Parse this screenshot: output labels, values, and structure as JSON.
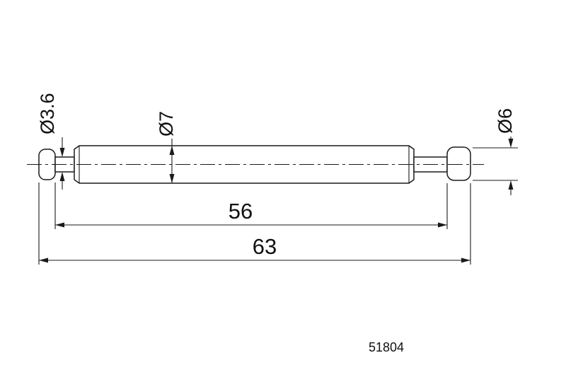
{
  "drawing": {
    "part_number": "51804",
    "labels": {
      "neck_diameter": "Ø3.6",
      "body_diameter": "Ø7",
      "cap_diameter": "Ø6",
      "inner_length": "56",
      "overall_length": "63"
    },
    "colors": {
      "line": "#1a1a1a",
      "background": "#ffffff"
    }
  }
}
